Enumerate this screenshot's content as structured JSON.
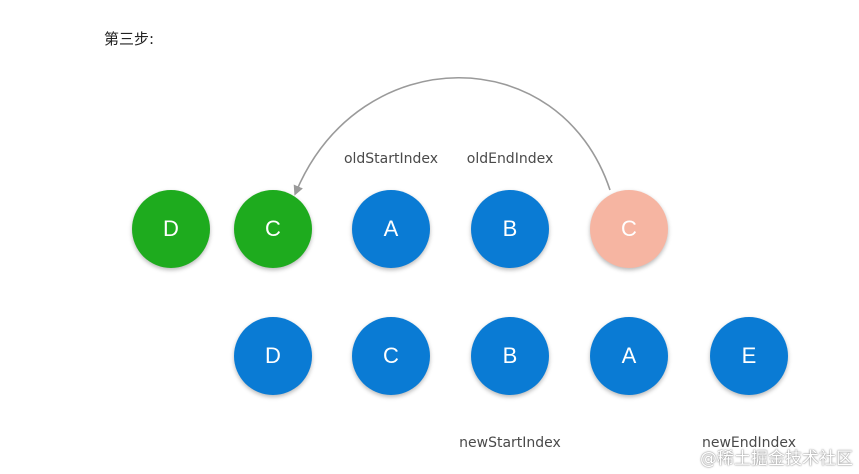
{
  "step": {
    "title": "第三步:"
  },
  "colors": {
    "processed": "#1eab1e",
    "pending": "#0a7bd4",
    "moved_placeholder": "#f6b5a2",
    "arrow": "#9a9a9a"
  },
  "old_children": {
    "nodes": [
      {
        "label": "D",
        "state": "processed"
      },
      {
        "label": "C",
        "state": "processed"
      },
      {
        "label": "A",
        "state": "pending"
      },
      {
        "label": "B",
        "state": "pending"
      },
      {
        "label": "C",
        "state": "moved_placeholder"
      }
    ],
    "pointers": {
      "start_label": "oldStartIndex",
      "end_label": "oldEndIndex"
    }
  },
  "new_children": {
    "nodes": [
      {
        "label": "D",
        "state": "pending"
      },
      {
        "label": "C",
        "state": "pending"
      },
      {
        "label": "B",
        "state": "pending"
      },
      {
        "label": "A",
        "state": "pending"
      },
      {
        "label": "E",
        "state": "pending"
      }
    ],
    "pointers": {
      "start_label": "newStartIndex",
      "end_label": "newEndIndex"
    }
  },
  "watermark": {
    "text": "@稀土掘金技术社区"
  }
}
